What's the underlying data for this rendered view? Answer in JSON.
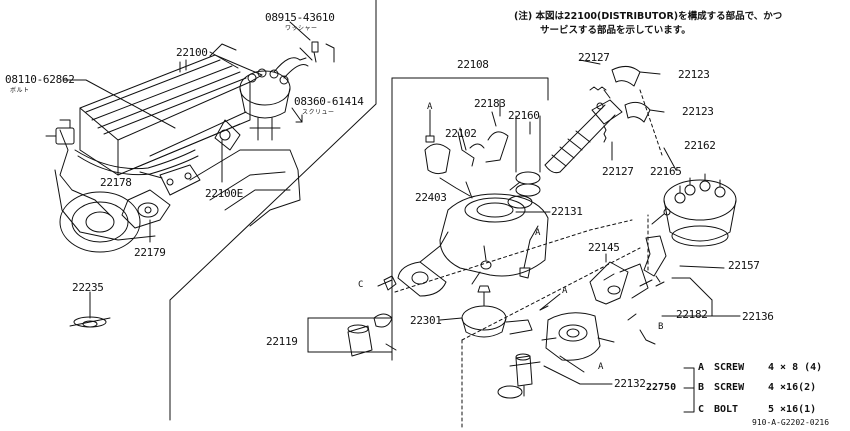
{
  "note": {
    "line1": "(注) 本図は22100(DISTRIBUTOR)を構成する部品で、かつ",
    "line2": "サービスする部品を示しています。"
  },
  "engine_view": {
    "part_08915_43610": "08915-43610",
    "washer_label": "ワッシャー",
    "part_08360_61414": "08360-61414",
    "screw_label": "スクリュー",
    "part_08110_62862": "08110-62862",
    "bolt_label": "ボルト",
    "part_22100": "22100",
    "part_22178": "22178",
    "part_22100E": "22100E",
    "part_22179": "22179",
    "part_22235": "22235"
  },
  "exploded_view": {
    "part_22108": "22108",
    "part_22127_top": "22127",
    "part_22123_top": "22123",
    "part_22123_mid": "22123",
    "part_22183": "22183",
    "part_22160": "22160",
    "part_22102": "22102",
    "part_22127_mid": "22127",
    "part_22162": "22162",
    "part_22165": "22165",
    "part_22403": "22403",
    "part_22131": "22131",
    "part_22145": "22145",
    "part_22157": "22157",
    "part_22182": "22182",
    "part_22136": "22136",
    "part_22301": "22301",
    "part_22119": "22119",
    "part_22132": "22132",
    "ref_A1": "A",
    "ref_A2": "A",
    "ref_A3": "A",
    "ref_A4": "A",
    "ref_B": "B",
    "ref_C": "C"
  },
  "legend": {
    "group_code": "22750",
    "rows": [
      {
        "ref": "A",
        "name": "SCREW",
        "size": "4 × 8 (4)"
      },
      {
        "ref": "B",
        "name": "SCREW",
        "size": "4 ×16(2)"
      },
      {
        "ref": "C",
        "name": "BOLT",
        "size": "5 ×16(1)"
      }
    ]
  },
  "drawing_number": "910-A-G2202-0216"
}
